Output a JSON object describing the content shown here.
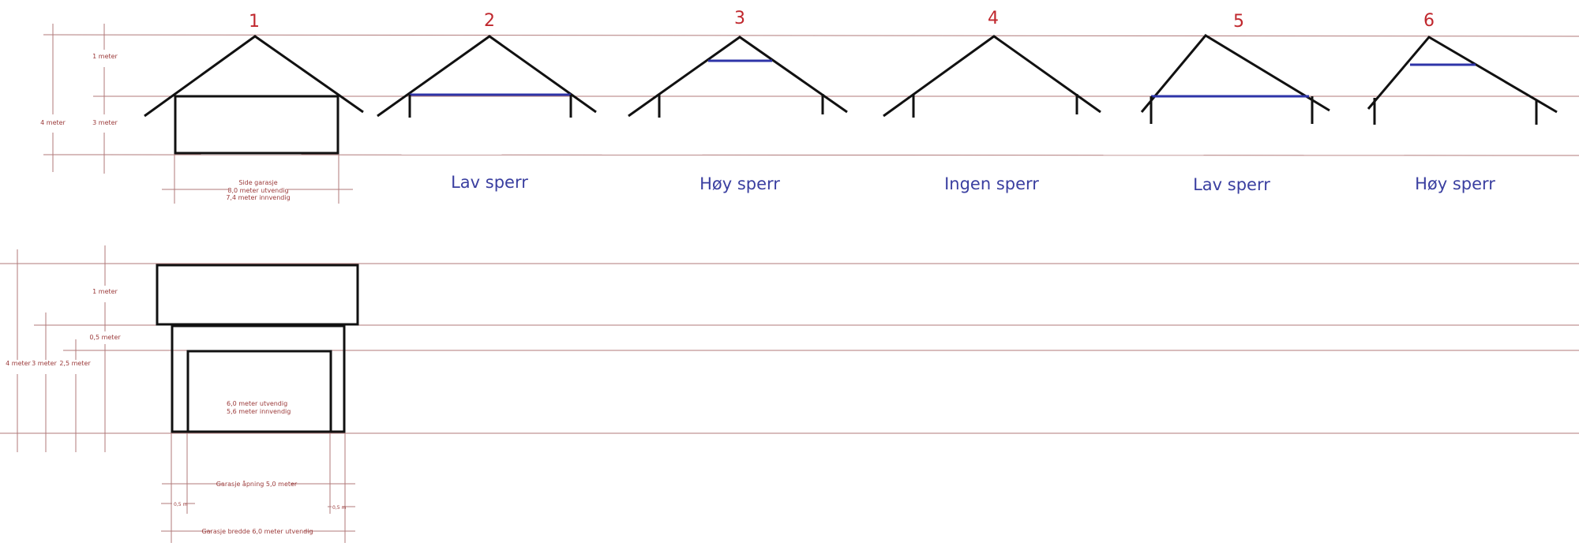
{
  "colors": {
    "dimension": "#b07a7a",
    "structure": "#111111",
    "beam": "#2e34a8",
    "number": "#c0272d",
    "label": "#3a3fa0"
  },
  "side_view": {
    "dims": {
      "total": "4 meter",
      "roof": "1 meter",
      "wall": "3 meter"
    },
    "width": {
      "title": "Side garasje",
      "outer": "8,0 meter utvendig",
      "inner": "7,4 meter innvendig"
    }
  },
  "options": [
    {
      "number": "1",
      "label": ""
    },
    {
      "number": "2",
      "label": "Lav sperr"
    },
    {
      "number": "3",
      "label": "Høy sperr"
    },
    {
      "number": "4",
      "label": "Ingen sperr"
    },
    {
      "number": "5",
      "label": "Lav sperr"
    },
    {
      "number": "6",
      "label": "Høy sperr"
    }
  ],
  "front_view": {
    "dims": {
      "total": "4 meter",
      "wall": "3 meter",
      "door": "2,5 meter",
      "roof": "1 meter",
      "over_door": "0,5 meter"
    },
    "door_text": {
      "outer": "6,0 meter utvendig",
      "inner": "5,6 meter innvendig"
    },
    "opening": "Garasje åpning 5,0 meter",
    "side_left": "0,5 m",
    "side_right": "0,5 m",
    "width": "Garasje bredde 6,0 meter utvendig"
  }
}
